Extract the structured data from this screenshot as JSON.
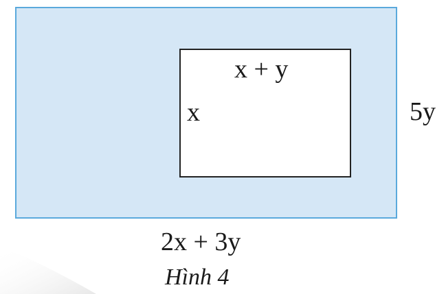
{
  "diagram": {
    "inner_top_label": "x + y",
    "inner_left_label": "x",
    "outer_right_label": "5y",
    "outer_bottom_label": "2x + 3y",
    "caption": "Hình 4"
  },
  "colors": {
    "outer_fill": "#d5e7f6",
    "outer_border": "#5aa9dc",
    "inner_fill": "#ffffff",
    "inner_border": "#222222"
  }
}
